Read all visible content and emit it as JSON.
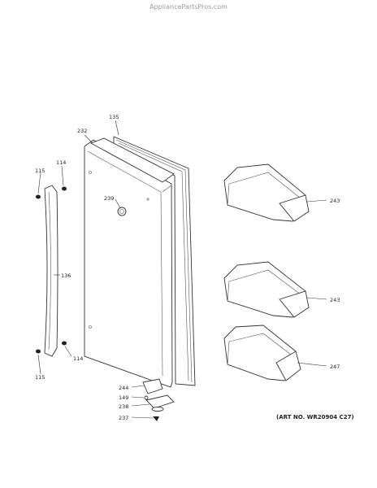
{
  "watermark": "AppliancePartsPros.com",
  "art_number": "(ART NO. WR20904 C27)",
  "callouts": {
    "door_gasket": "135",
    "door_panel": "232",
    "door_plug": "239",
    "screw_top": "115",
    "screw_top_2": "114",
    "handle": "136",
    "screw_bottom": "114",
    "screw_bottom_2": "115",
    "bin_upper": "243",
    "bin_middle": "243",
    "bin_lower": "247",
    "hinge_part": "244",
    "hinge_washer": "149",
    "hinge_bracket": "238",
    "hinge_screw": "237"
  }
}
